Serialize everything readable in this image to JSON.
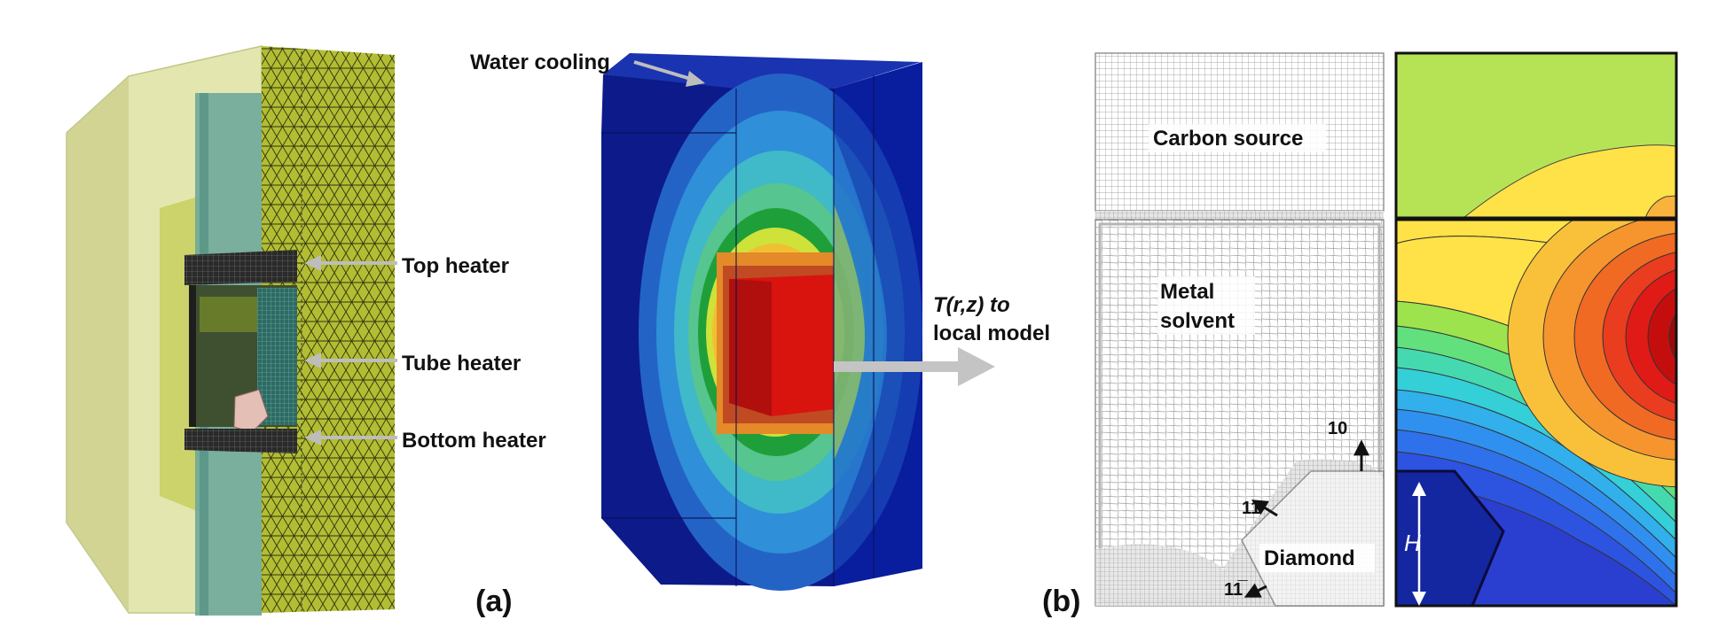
{
  "panel_a": {
    "labels": {
      "water_cooling": "Water cooling",
      "top_heater": "Top heater",
      "tube_heater": "Tube heater",
      "bottom_heater": "Bottom heater",
      "panel_tag": "(a)"
    },
    "transfer": {
      "line1": "T(r,z) to",
      "line2": "local model"
    }
  },
  "panel_b": {
    "labels": {
      "carbon_source": "Carbon source",
      "metal": "Metal",
      "solvent": "solvent",
      "diamond": "Diamond",
      "facet_10": "10",
      "facet_11": "11",
      "facet_11bar": "11̅",
      "height": "H",
      "panel_tag": "(b)"
    }
  },
  "colors": {
    "mesh_yellow": "#b8c23a",
    "jet_blue": "#1226a8",
    "jet_red": "#d10f0f",
    "arrow_gray": "#c4c4c4"
  }
}
